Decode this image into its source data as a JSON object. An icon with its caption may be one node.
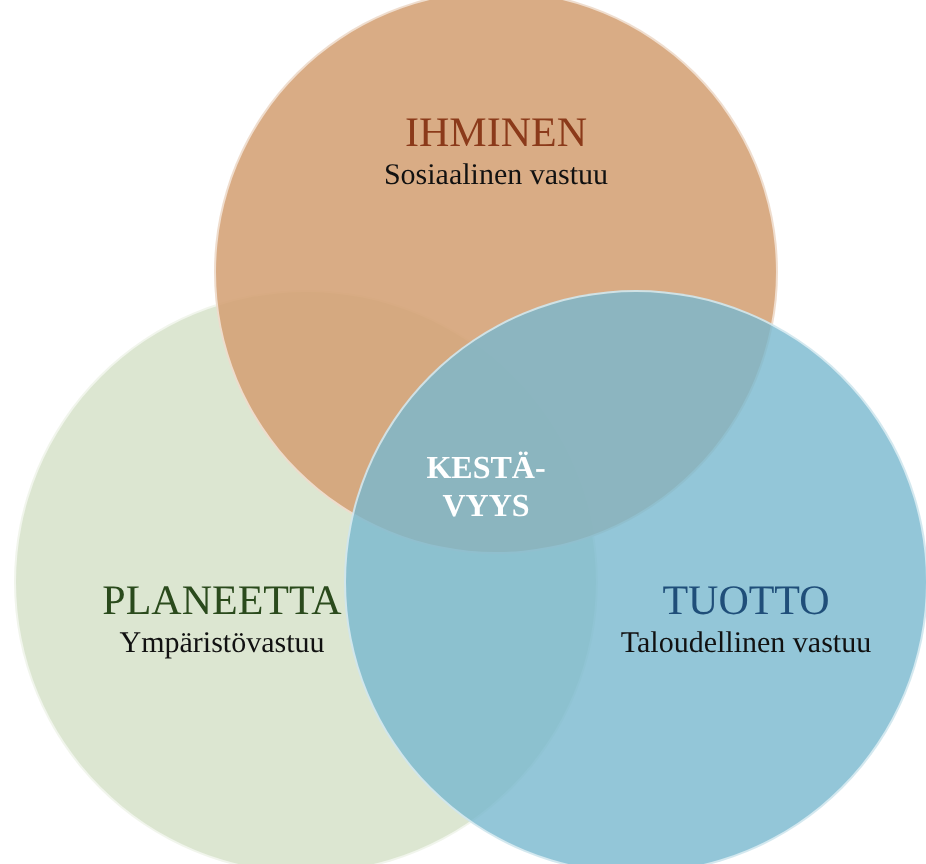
{
  "diagram": {
    "nodes": [
      {
        "text": [
          "IHMINEN",
          "Sosiaalinen vastuu"
        ]
      },
      {
        "text": [
          "PLANEETTA",
          "Ympäristövastuu"
        ]
      },
      {
        "text": [
          "TUOTTO",
          "Taloudellinen vastuu"
        ]
      }
    ],
    "labels": [
      "KESTÄ-VYYS"
    ]
  }
}
